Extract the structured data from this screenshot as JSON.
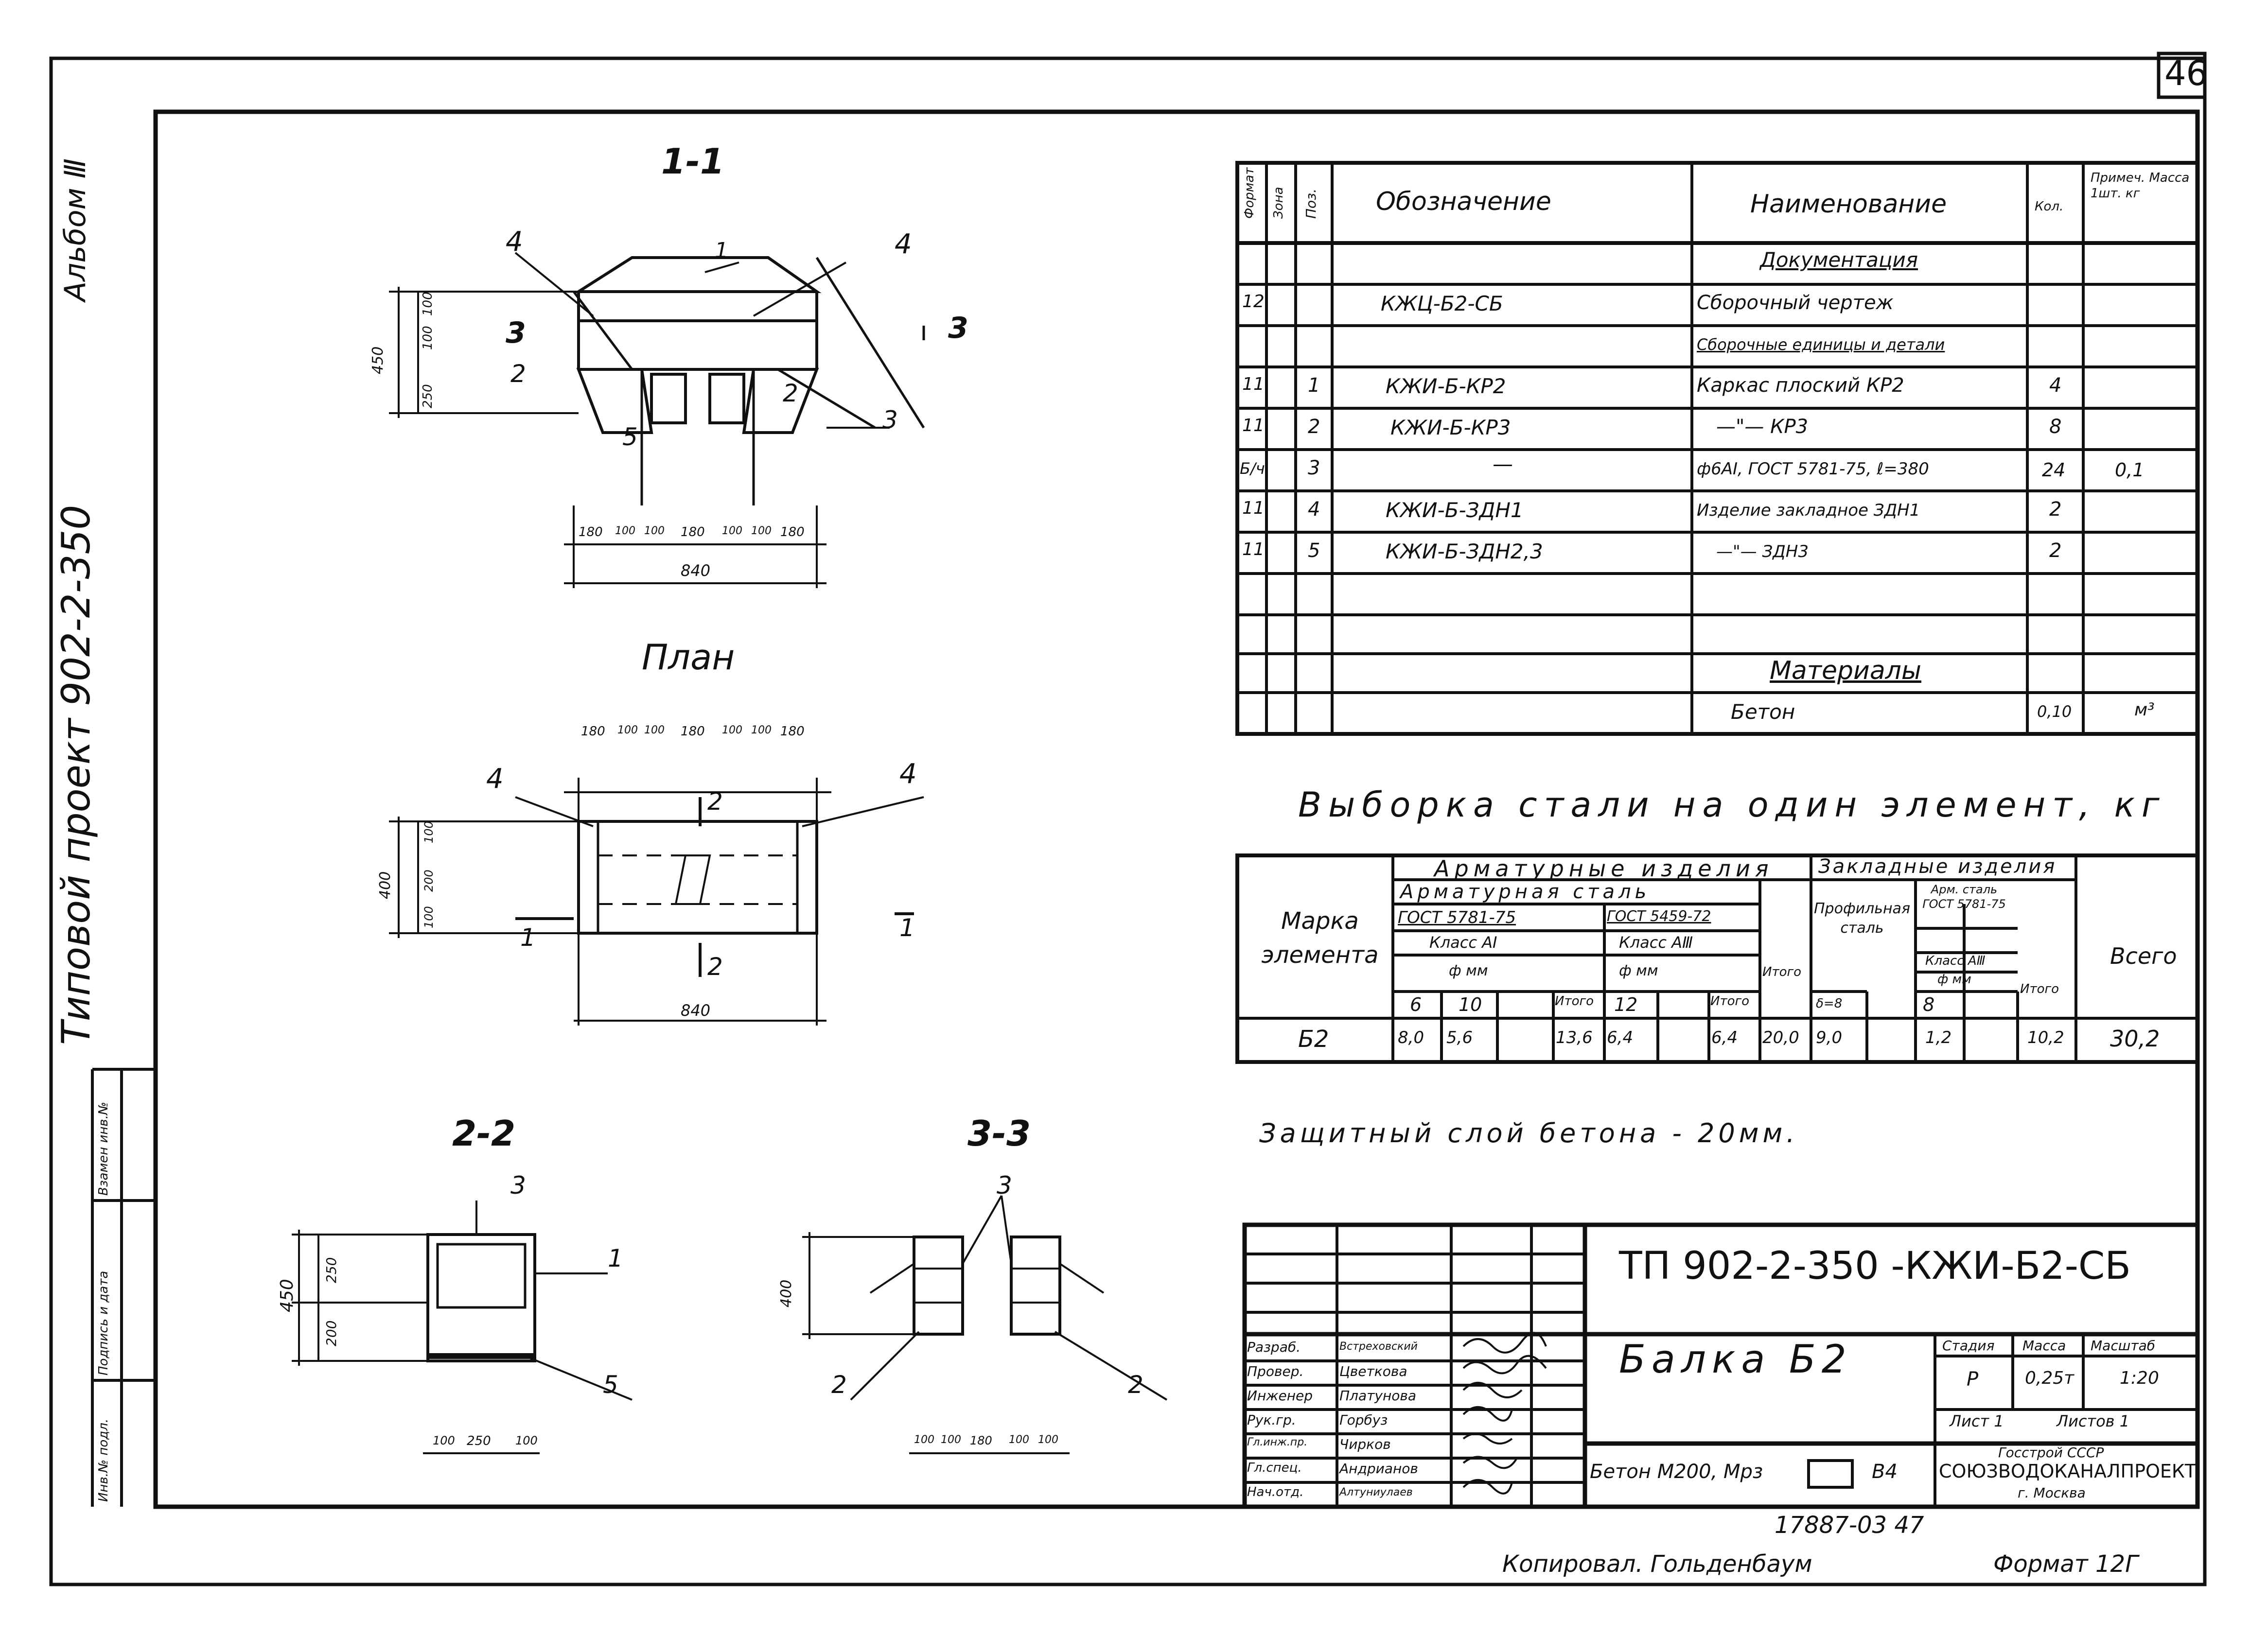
{
  "sheet": {
    "sheet_number": "46",
    "album_side": "Альбом Ⅲ",
    "project_side": "Типовой проект 902-2-350",
    "side_stamp": [
      "Инв.№ подл.",
      "Подпись и дата",
      "Взамен инв.№"
    ],
    "copied_by": "Копировал. Гольденбаум",
    "format": "Формат 12Г",
    "bottom_code": "17887-03   47"
  },
  "drawings": {
    "section_1_1": {
      "title": "1-1",
      "labels": [
        "4",
        "1",
        "4",
        "3",
        "3",
        "2",
        "2",
        "3",
        "5"
      ],
      "dim_height": "450",
      "dims_left": [
        "100",
        "100",
        "250"
      ],
      "dims_bottom": [
        "180",
        "100",
        "100",
        "180",
        "100",
        "100",
        "180"
      ],
      "dim_total": "840"
    },
    "plan": {
      "title": "План",
      "labels": [
        "4",
        "4",
        "2",
        "2",
        "1",
        "1"
      ],
      "dims_top": [
        "180",
        "100",
        "100",
        "180",
        "100",
        "100",
        "180"
      ],
      "dim_height": "400",
      "dims_left": [
        "100",
        "200",
        "100"
      ],
      "dim_total": "840"
    },
    "section_2_2": {
      "title": "2-2",
      "labels": [
        "3",
        "1",
        "5"
      ],
      "dim_height": "450",
      "dims_left": [
        "250",
        "200"
      ],
      "dims_bottom": [
        "100",
        "250",
        "100"
      ]
    },
    "section_3_3": {
      "title": "3-3",
      "labels": [
        "3",
        "2",
        "2"
      ],
      "dim_height": "400",
      "dims_bottom": [
        "100",
        "100",
        "180",
        "100",
        "100"
      ]
    }
  },
  "spec_table": {
    "headers": {
      "format": "Формат",
      "zone": "Зона",
      "pos": "Поз.",
      "designation": "Обозначение",
      "name": "Наименование",
      "qty": "Кол.",
      "note": "Примеч. Масса 1шт. кг"
    },
    "rows": [
      {
        "format": "",
        "pos": "",
        "designation": "",
        "name": "Документация",
        "qty": "",
        "note": ""
      },
      {
        "format": "12",
        "pos": "",
        "designation": "КЖЦ-Б2-СБ",
        "name": "Сборочный чертеж",
        "qty": "",
        "note": ""
      },
      {
        "format": "",
        "pos": "",
        "designation": "",
        "name": "Сборочные единицы и детали",
        "qty": "",
        "note": ""
      },
      {
        "format": "11",
        "pos": "1",
        "designation": "КЖИ-Б-КР2",
        "name": "Каркас плоский КР2",
        "qty": "4",
        "note": ""
      },
      {
        "format": "11",
        "pos": "2",
        "designation": "КЖИ-Б-КР3",
        "name": "—\"— КР3",
        "qty": "8",
        "note": ""
      },
      {
        "format": "Б/ч",
        "pos": "3",
        "designation": "—",
        "name": "ф6AI, ГОСТ 5781-75, ℓ=380",
        "qty": "24",
        "note": "0,1"
      },
      {
        "format": "11",
        "pos": "4",
        "designation": "КЖИ-Б-ЗДН1",
        "name": "Изделие закладное ЗДН1",
        "qty": "2",
        "note": ""
      },
      {
        "format": "11",
        "pos": "5",
        "designation": "КЖИ-Б-ЗДН2,3",
        "name": "—\"— ЗДН3",
        "qty": "2",
        "note": ""
      },
      {
        "format": "",
        "pos": "",
        "designation": "",
        "name": "",
        "qty": "",
        "note": ""
      },
      {
        "format": "",
        "pos": "",
        "designation": "",
        "name": "",
        "qty": "",
        "note": ""
      },
      {
        "format": "",
        "pos": "",
        "designation": "",
        "name": "Материалы",
        "qty": "",
        "note": ""
      },
      {
        "format": "",
        "pos": "",
        "designation": "",
        "name": "Бетон",
        "qty": "0,10",
        "note": "м³"
      }
    ]
  },
  "steel_table": {
    "title": "Выборка стали на один элемент, кг",
    "h_marka": "Марка элемента",
    "h_arm": "Арматурные изделия",
    "h_arm_steel": "Арматурная сталь",
    "h_gost1": "ГОСТ 5781-75",
    "h_gost2": "ГОСТ 5459-72",
    "h_class1": "Класс AI",
    "h_class2": "Класс AⅢ",
    "h_fmm": "ф мм",
    "h_itogo": "Итого",
    "h_zakl": "Закладные изделия",
    "h_profile": "Профильная сталь",
    "h_d8": "δ=8",
    "h_armst": "Арм. сталь ГОСТ 5781-75",
    "h_class3": "Класс AⅢ",
    "h_vsego": "Всего",
    "d_6": "6",
    "d_10": "10",
    "d_12": "12",
    "d_8": "8",
    "row": {
      "marka": "Б2",
      "c6": "8,0",
      "c10": "5,6",
      "i1": "13,6",
      "c12": "6,4",
      "i2": "6,4",
      "i3": "20,0",
      "p8": "9,0",
      "a8": "1,2",
      "i4": "10,2",
      "total": "30,2"
    }
  },
  "note_concrete": "Защитный слой бетона - 20мм.",
  "title_block": {
    "code": "ТП 902-2-350 -КЖИ-Б2-СБ",
    "name": "Балка Б2",
    "material": "Бетон М200, Мрз",
    "material_extra": "В4",
    "stage_h": "Стадия",
    "mass_h": "Масса",
    "scale_h": "Масштаб",
    "stage": "Р",
    "mass": "0,25т",
    "scale": "1:20",
    "sheet": "Лист 1",
    "sheets": "Листов 1",
    "org1": "Госстрой СССР",
    "org2": "СОЮЗВОДОКАНАЛПРОЕКТ",
    "org3": "г. Москва",
    "signers": [
      {
        "role": "Разраб.",
        "name": "Встреховский"
      },
      {
        "role": "Провер.",
        "name": "Цветкова"
      },
      {
        "role": "Инженер",
        "name": "Платунова"
      },
      {
        "role": "Рук.гр.",
        "name": "Горбуз"
      },
      {
        "role": "Гл.инж.пр.",
        "name": "Чирков"
      },
      {
        "role": "Гл.спец.",
        "name": "Андрианов"
      },
      {
        "role": "Нач.отд.",
        "name": "Алтуниулаев"
      }
    ]
  }
}
